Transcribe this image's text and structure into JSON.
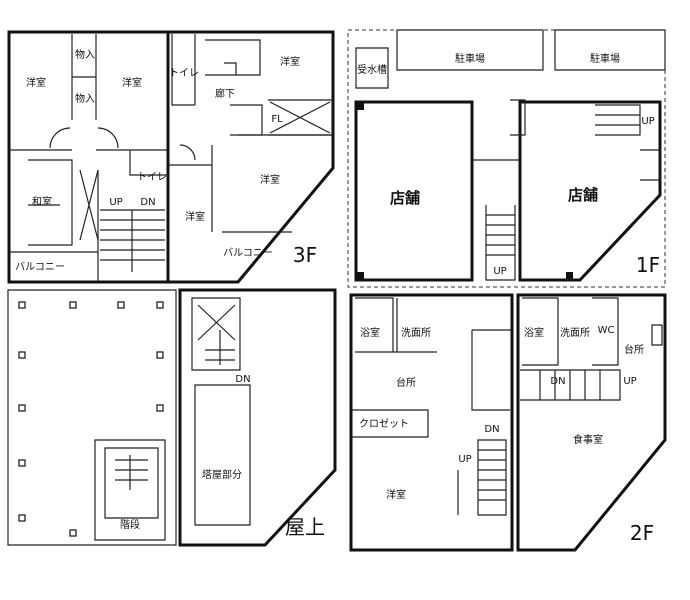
{
  "floor_3f": {
    "label": "3F",
    "rooms": {
      "youshitsu_a": "洋室",
      "monoire_1": "物入",
      "monoire_2": "物入",
      "youshitsu_b": "洋室",
      "toilet_a": "トイレ",
      "youshitsu_c": "洋室",
      "rouka": "廊下",
      "fl": "FL",
      "toilet_b": "トイレ",
      "washitsu": "和室",
      "up": "UP",
      "dn": "DN",
      "youshitsu_d": "洋室",
      "youshitsu_e": "洋室",
      "balcony_a": "バルコニー",
      "balcony_b": "バルコニー"
    }
  },
  "floor_1f": {
    "label": "1F",
    "rooms": {
      "water_tank": "受水槽",
      "parking_a": "駐車場",
      "parking_b": "駐車場",
      "shop_a": "店舗",
      "shop_b": "店舗",
      "up_a": "UP",
      "up_b": "UP"
    }
  },
  "floor_roof": {
    "label": "屋上",
    "rooms": {
      "stairs": "階段",
      "penthouse": "塔屋部分",
      "dn": "DN"
    }
  },
  "floor_2f": {
    "label": "2F",
    "rooms": {
      "bath_a": "浴室",
      "washroom_a": "洗面所",
      "kitchen_a": "台所",
      "closet": "クロゼット",
      "youshitsu": "洋室",
      "up_a": "UP",
      "dn_a": "DN",
      "bath_b": "浴室",
      "washroom_b": "洗面所",
      "wc": "WC",
      "kitchen_b": "台所",
      "dn_b": "DN",
      "up_b": "UP",
      "dining": "食事室"
    }
  }
}
